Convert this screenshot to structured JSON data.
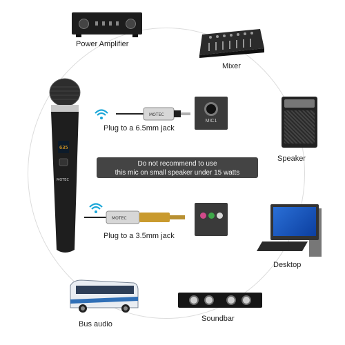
{
  "devices": {
    "power_amplifier": "Power Amplifier",
    "mixer": "Mixer",
    "speaker": "Speaker",
    "desktop": "Desktop",
    "soundbar": "Soundbar",
    "bus_audio": "Bus audio"
  },
  "connections": {
    "jack_65": "Plug to a 6.5mm jack",
    "jack_35": "Plug to a 3.5mm jack"
  },
  "notice": {
    "line1": "Do not recommend to use",
    "line2": "this mic on small speaker under 15 watts"
  },
  "brand": "MOTEC",
  "mic_port_label": "MIC1",
  "mic_display": "635",
  "colors": {
    "wifi": "#1aa6d8",
    "notice_bg": "#444444",
    "ring": "#dcdcdc"
  }
}
